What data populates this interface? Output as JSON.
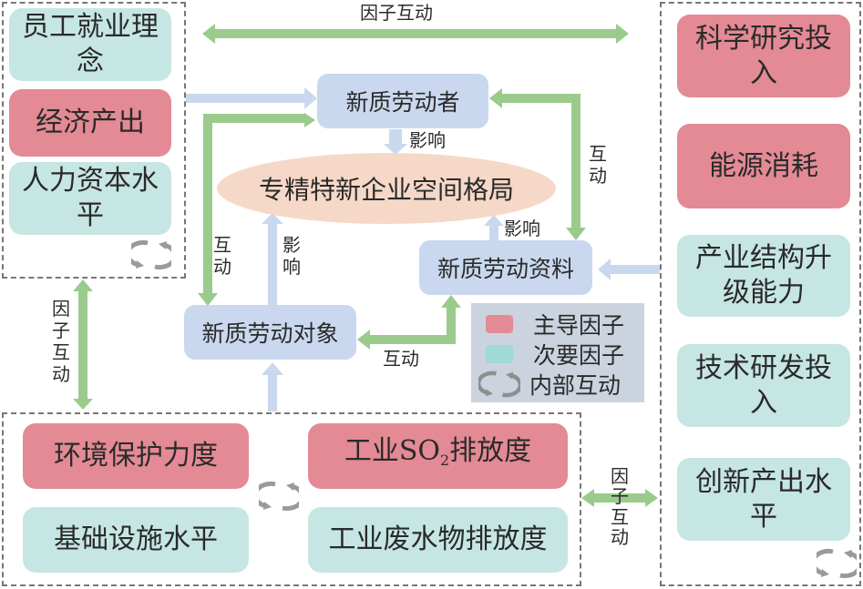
{
  "colors": {
    "primary_factor": "#e38a95",
    "secondary_factor": "#c6e6e3",
    "node": "#c9d8ee",
    "core": "#f6d8c8",
    "interaction_arrow": "#9acb8c",
    "influence_arrow": "#c9d8ee",
    "legend_bg": "#cbd3de",
    "cycle_icon": "#999999"
  },
  "left_group": {
    "factors": [
      {
        "label": "员工就业理念",
        "type": "secondary"
      },
      {
        "label": "经济产出",
        "type": "primary"
      },
      {
        "label": "人力资本水平",
        "type": "secondary"
      }
    ]
  },
  "right_group": {
    "factors": [
      {
        "label": "科学研究投入",
        "type": "primary"
      },
      {
        "label": "能源消耗",
        "type": "primary"
      },
      {
        "label": "产业结构升级能力",
        "type": "secondary"
      },
      {
        "label": "技术研发投入",
        "type": "secondary"
      },
      {
        "label": "创新产出水平",
        "type": "secondary"
      }
    ]
  },
  "bottom_group": {
    "factors": [
      {
        "label": "环境保护力度",
        "type": "primary"
      },
      {
        "label_prefix": "工业SO",
        "label_sub": "2",
        "label_suffix": "排放度",
        "type": "primary"
      },
      {
        "label": "基础设施水平",
        "type": "secondary"
      },
      {
        "label": "工业废水物排放度",
        "type": "secondary"
      }
    ]
  },
  "core": {
    "label": "专精特新企业空间格局"
  },
  "nodes": {
    "laborer": "新质劳动者",
    "means": "新质劳动资料",
    "object": "新质劳动对象"
  },
  "edge_labels": {
    "top_interaction": "因子互动",
    "left_interaction": "因子互动",
    "bottom_right_interaction_top": "因子",
    "bottom_right_interaction_bottom": "互动",
    "laborer_influence": "影响",
    "means_influence": "影响",
    "object_influence": "影响",
    "laborer_means_interaction": "互动",
    "laborer_object_interaction": "互动",
    "object_means_interaction": "互动"
  },
  "legend": {
    "items": [
      {
        "label": "主导因子",
        "icon": "primary-swatch"
      },
      {
        "label": "次要因子",
        "icon": "secondary-swatch"
      },
      {
        "label": "内部互动",
        "icon": "cycle-arrows-icon"
      }
    ]
  }
}
